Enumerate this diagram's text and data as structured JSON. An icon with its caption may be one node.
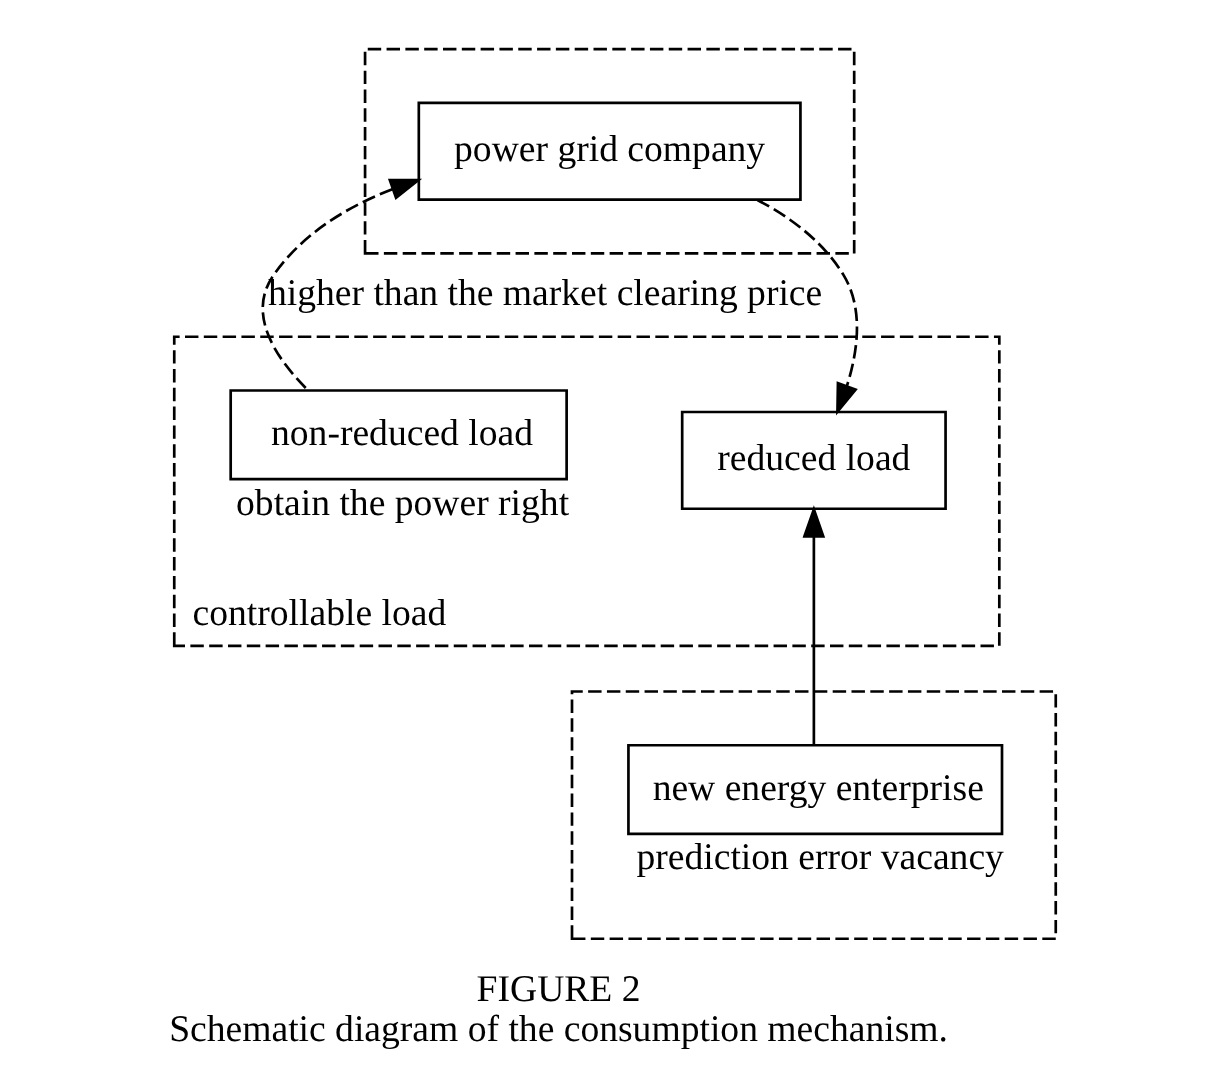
{
  "diagram": {
    "title": "FIGURE 2",
    "caption": "Schematic diagram of the consumption mechanism.",
    "nodes": [
      {
        "text": [],
        "shape": "box"
      },
      {
        "text": [
          "power grid company"
        ],
        "in": 0
      },
      {
        "text": [
          "controllable load"
        ]
      },
      {
        "text": [
          "non-reduced load"
        ],
        "in": 2,
        "beside": [
          "obtain the power right"
        ]
      },
      {
        "text": [
          "reduced load"
        ],
        "in": 2
      },
      {
        "text": [],
        "shape": "box"
      },
      {
        "text": [
          "new energy enterprise"
        ],
        "in": 5,
        "beside": [
          "prediction error vacancy"
        ]
      }
    ],
    "edges": [
      {
        "from": 3,
        "to": 1,
        "arrow": "to",
        "style": "dashed",
        "label": "higher than the market clearing price"
      },
      {
        "from": 1,
        "to": 4,
        "arrow": "to",
        "style": "dashed"
      },
      {
        "from": 6,
        "to": 4,
        "arrow": "to"
      }
    ]
  }
}
